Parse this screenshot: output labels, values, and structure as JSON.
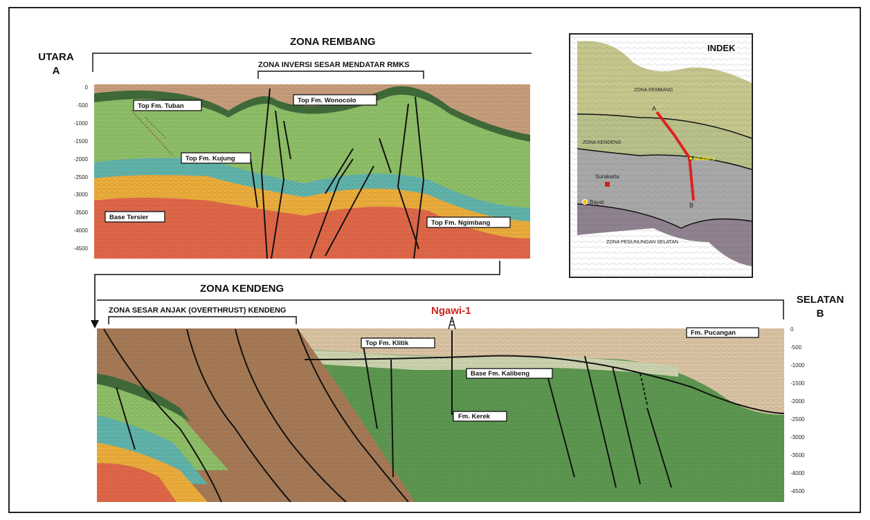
{
  "figure": {
    "zones": {
      "rembang": "ZONA REMBANG",
      "kendeng": "ZONA KENDENG",
      "inversi": "ZONA INVERSI SESAR MENDATAR RMKS",
      "anjak": "ZONA SESAR ANJAK (OVERTHRUST) KENDENG"
    },
    "north": {
      "label": "UTARA",
      "point": "A"
    },
    "south": {
      "label": "SELATAN",
      "point": "B"
    },
    "well": "Ngawi-1",
    "depth_ticks": [
      "0",
      "-500",
      "-1000",
      "-1500",
      "-2000",
      "-2500",
      "-3000",
      "-3500",
      "-4000",
      "-4500"
    ],
    "top_section_labels": {
      "tuban": "Top Fm. Tuban",
      "wonocolo": "Top Fm. Wonocolo",
      "kujung": "Top Fm. Kujung",
      "base_tersier": "Base Tersier",
      "ngimbang": "Top Fm. Ngimbang"
    },
    "bottom_section_labels": {
      "pucangan": "Fm. Pucangan",
      "klitik": "Top Fm. Klitik",
      "kalibeng": "Base Fm. Kalibeng",
      "kerek": "Fm. Kerek"
    }
  },
  "index_map": {
    "title": "INDEK",
    "zona_rembang": "ZONA REMBANG",
    "zona_kendeng": "ZONA KENDENG",
    "zona_pegunungan": "ZONA PEGUNUNGAN SELATAN",
    "surakarta": "Surakarta",
    "bayat": "Bayat",
    "ngawi": "NGAWI-1",
    "point_a": "A",
    "point_b": "B",
    "colors": {
      "section_line": "#e02020",
      "city_marker": "#cc2222",
      "bayat_marker": "#f5c400",
      "well_marker": "#f5e400"
    }
  }
}
